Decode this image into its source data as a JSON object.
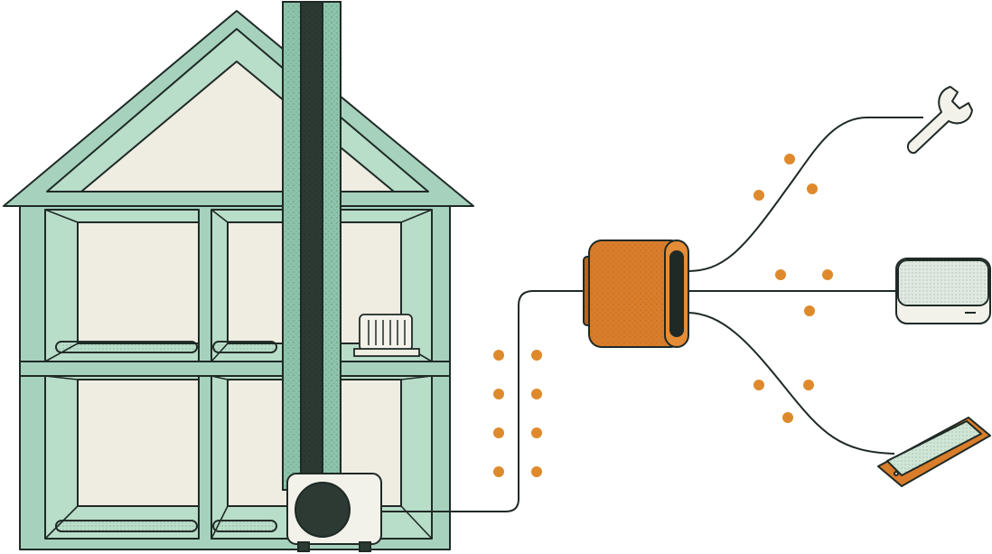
{
  "colors": {
    "outline": "#1f2a26",
    "house_green": "#9dcdb6",
    "house_green_light": "#b8ddc9",
    "interior_cream": "#efece2",
    "chimney_dark": "#2c3a33",
    "orange": "#d97d2a",
    "orange_dark": "#b86419",
    "device_white": "#f2f1ea",
    "screen_green": "#cfe6d6",
    "dot_orange": "#de8a2c"
  },
  "icons": [
    "house-illustration",
    "chimney-flue",
    "radiator-icon",
    "underfloor-heating-icon",
    "heat-pump-outdoor-unit",
    "controller-hub-device",
    "wrench-icon",
    "smart-hub-device",
    "smartphone-icon"
  ]
}
